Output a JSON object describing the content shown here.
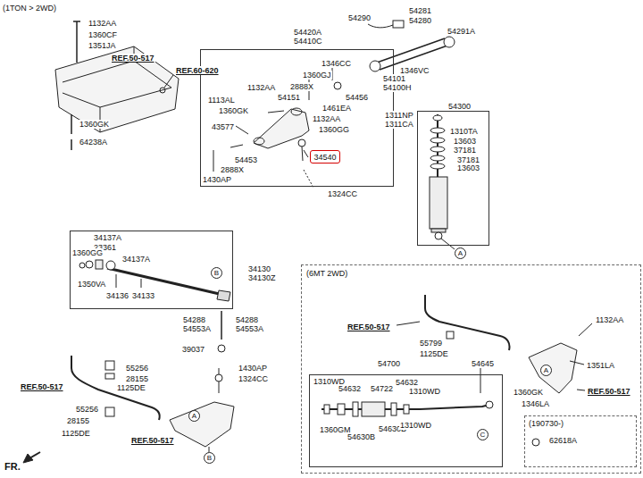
{
  "diagram": {
    "title": "(1TON > 2WD)",
    "nodes": [
      {
        "text": [
          "54420A 54410C"
        ]
      },
      {
        "text": [
          "34540"
        ],
        "in": 0
      },
      {
        "text": [
          "54300"
        ]
      },
      {
        "text": [
          "34130 34130Z"
        ]
      },
      {
        "text": [
          "(6MT 2WD)"
        ]
      },
      {
        "text": [
          "54700"
        ],
        "in": 4
      },
      {
        "text": [
          "(190730-)"
        ],
        "in": 4
      },
      {
        "text": [
          "A"
        ]
      },
      {
        "text": [
          "B"
        ],
        "in": 3
      },
      {
        "text": [
          "A"
        ]
      },
      {
        "text": [
          "B"
        ]
      },
      {
        "text": [
          "A"
        ],
        "in": 4
      },
      {
        "text": [
          "C"
        ],
        "in": 5
      }
    ],
    "labels": [
      "1132AA",
      "1360CF",
      "1351JA",
      "REF.50-517",
      "REF.60-620",
      "1360GK",
      "64238A",
      "1132AA",
      "1113AL",
      "1360GK",
      "1346CC",
      "1360GJ",
      "2888X",
      "54151",
      "54456",
      "1461EA",
      "1132AA",
      "1360GG",
      "43577",
      "54453",
      "2888X",
      "1430AP",
      "1324CC",
      "54290",
      "54281",
      "54280",
      "54291A",
      "1346VC",
      "54101",
      "54100H",
      "1311NP",
      "1311CA",
      "1310TA",
      "13603",
      "37181",
      "37181",
      "13603",
      "34137A",
      "23361",
      "1360GG",
      "34137A",
      "1350VA",
      "34136",
      "34133",
      "54288",
      "54288",
      "54553A",
      "54553A",
      "39037",
      "1430AP",
      "1324CC",
      "55256",
      "28155",
      "1125DE",
      "REF.50-517",
      "55256",
      "28155",
      "1125DE",
      "REF.50-517",
      "REF.50-517",
      "55799",
      "1125DE",
      "1132AA",
      "1351LA",
      "REF.50-517",
      "1360GK",
      "1346LA",
      "54645",
      "1310WD",
      "54632",
      "54722",
      "54632",
      "1310WD",
      "1360GM",
      "54630B",
      "54630B",
      "1310WD",
      "62618A",
      "FR."
    ]
  }
}
